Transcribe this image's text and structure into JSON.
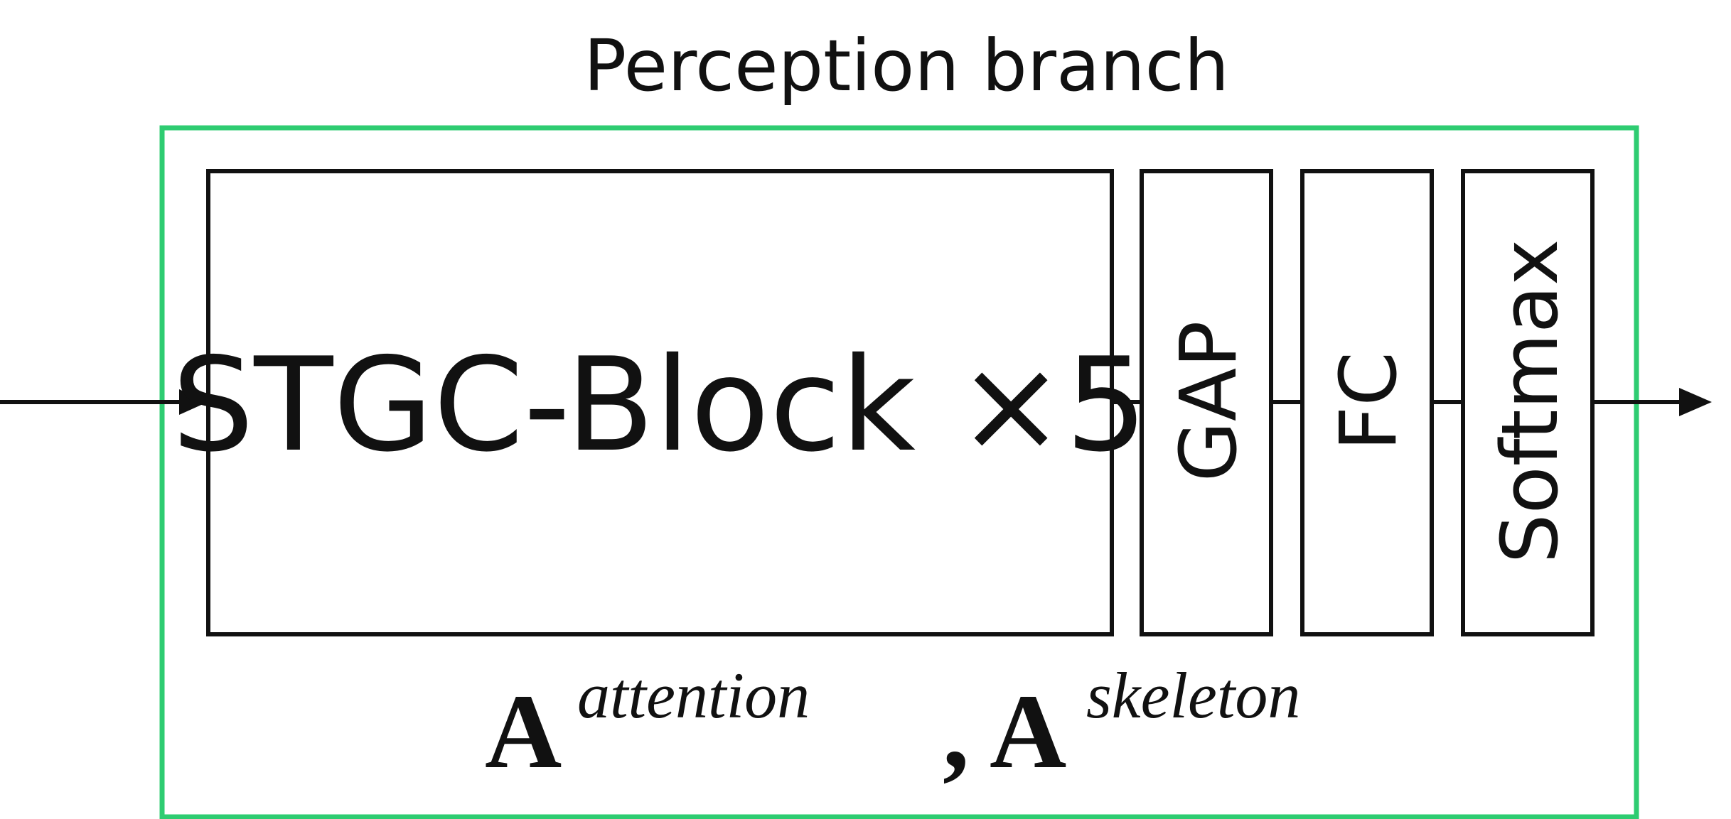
{
  "diagram": {
    "title": "Perception branch",
    "colors": {
      "frame": "#2ecc71",
      "stroke": "#111111",
      "text": "#111111",
      "background": "#ffffff"
    },
    "blocks": {
      "stgc": {
        "label": "STGC-Block ×5"
      },
      "gap": {
        "label": "GAP"
      },
      "fc": {
        "label": "FC"
      },
      "softmax": {
        "label": "Softmax"
      }
    },
    "formula": {
      "base_1": "A",
      "sup_1": "attention",
      "separator": ",",
      "base_2": "A",
      "sup_2": "skeleton"
    }
  }
}
